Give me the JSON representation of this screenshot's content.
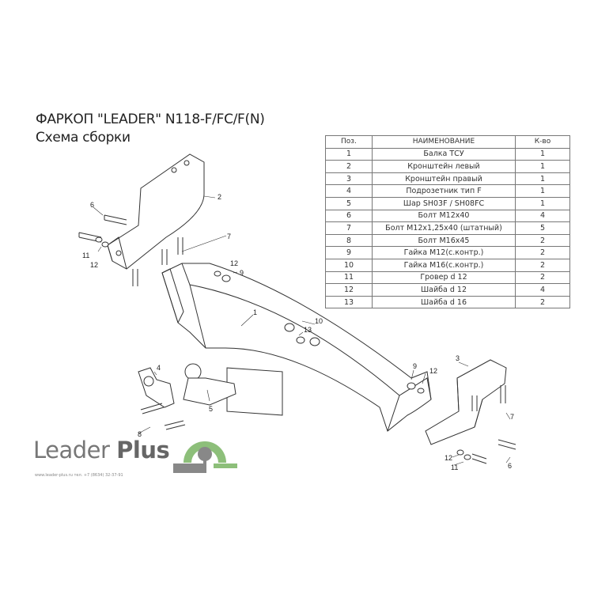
{
  "title": "ФАРКОП \"LEADER\" N118-F/FC/F(N)",
  "subtitle": "Схема сборки",
  "parts_table": {
    "headers": [
      "Поз.",
      "НАИМЕНОВАНИЕ",
      "К-во"
    ],
    "rows": [
      [
        "1",
        "Балка ТСУ",
        "1"
      ],
      [
        "2",
        "Кронштейн левый",
        "1"
      ],
      [
        "3",
        "Кронштейн правый",
        "1"
      ],
      [
        "4",
        "Подрозетник тип F",
        "1"
      ],
      [
        "5",
        "Шар SH03F / SH08FC",
        "1"
      ],
      [
        "6",
        "Болт М12х40",
        "4"
      ],
      [
        "7",
        "Болт М12х1,25х40 (штатный)",
        "5"
      ],
      [
        "8",
        "Болт М16х45",
        "2"
      ],
      [
        "9",
        "Гайка М12(с.контр.)",
        "2"
      ],
      [
        "10",
        "Гайка  М16(с.контр.)",
        "2"
      ],
      [
        "11",
        "Гровер d 12",
        "2"
      ],
      [
        "12",
        "Шайба d 12",
        "4"
      ],
      [
        "13",
        "Шайба d 16",
        "2"
      ]
    ]
  },
  "callouts": [
    "1",
    "2",
    "3",
    "4",
    "5",
    "6",
    "7",
    "8",
    "9",
    "10",
    "11",
    "12",
    "13"
  ],
  "logo": {
    "name_light": "Leader",
    "name_bold": "Plus",
    "contacts": "www.leader-plus.ru   тел. +7 (8634) 32-37-91",
    "accent_color": "#8dbf7a",
    "gray_color": "#888888"
  }
}
